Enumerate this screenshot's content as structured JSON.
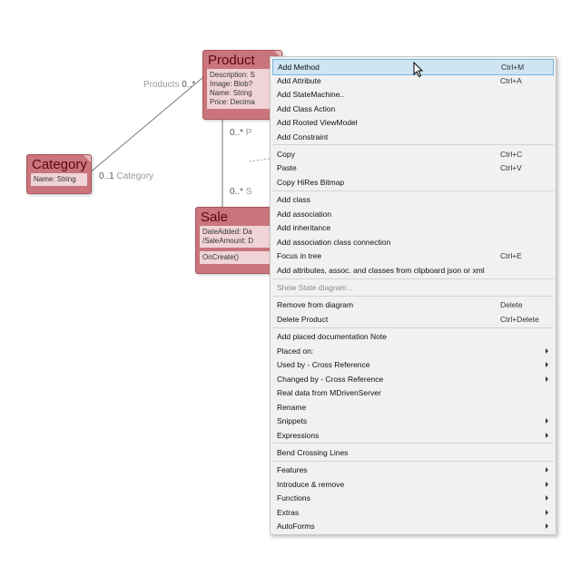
{
  "diagram": {
    "classes": [
      {
        "id": "product",
        "title": "Product",
        "attrs": [
          "Description: S",
          "Image: Blob?",
          "Name: String",
          "Price: Decima"
        ],
        "methods": []
      },
      {
        "id": "category",
        "title": "Category",
        "attrs": [
          "Name: String"
        ],
        "methods": []
      },
      {
        "id": "sale",
        "title": "Sale",
        "attrs": [
          "DateAdded: Da",
          "/SaleAmount: D"
        ],
        "methods": [
          "OnCreate()"
        ]
      }
    ],
    "labels": {
      "products_role": "Products",
      "products_mult": "0..*",
      "category_mult": "0..1",
      "category_role": "Category",
      "prod_sale_mult": "0..*",
      "prod_sale_role": "P",
      "sale_mult": "0..*",
      "sale_role": "S"
    }
  },
  "context_menu": {
    "items": [
      {
        "label": "Add Method",
        "shortcut": "Ctrl+M",
        "highlighted": true
      },
      {
        "label": "Add Attribute",
        "shortcut": "Ctrl+A"
      },
      {
        "label": "Add StateMachine..",
        "shortcut": ""
      },
      {
        "label": "Add Class Action",
        "shortcut": ""
      },
      {
        "label": "Add Rooted ViewModel",
        "shortcut": ""
      },
      {
        "label": "Add Constraint",
        "shortcut": ""
      },
      {
        "separator": true
      },
      {
        "label": "Copy",
        "shortcut": "Ctrl+C"
      },
      {
        "label": "Paste",
        "shortcut": "Ctrl+V"
      },
      {
        "label": "Copy HiRes Bitmap",
        "shortcut": ""
      },
      {
        "separator": true
      },
      {
        "label": "Add class",
        "shortcut": ""
      },
      {
        "label": "Add association",
        "shortcut": ""
      },
      {
        "label": "Add inheritance",
        "shortcut": ""
      },
      {
        "label": "Add association class connection",
        "shortcut": ""
      },
      {
        "label": "Focus in tree",
        "shortcut": "Ctrl+E"
      },
      {
        "label": "Add attributes, assoc. and classes from clipboard json or xml",
        "shortcut": ""
      },
      {
        "separator": true
      },
      {
        "label": "Show State diagram...",
        "shortcut": "",
        "disabled": true
      },
      {
        "separator": true
      },
      {
        "label": "Remove from diagram",
        "shortcut": "Delete"
      },
      {
        "label": "Delete Product",
        "shortcut": "Ctrl+Delete"
      },
      {
        "separator": true
      },
      {
        "label": "Add placed documentation Note",
        "shortcut": ""
      },
      {
        "label": "Placed on:",
        "shortcut": "",
        "submenu": true
      },
      {
        "label": "Used by - Cross Reference",
        "shortcut": "",
        "submenu": true
      },
      {
        "label": "Changed by - Cross Reference",
        "shortcut": "",
        "submenu": true
      },
      {
        "label": "Real data from MDrivenServer",
        "shortcut": ""
      },
      {
        "label": "Rename",
        "shortcut": ""
      },
      {
        "label": "Snippets",
        "shortcut": "",
        "submenu": true
      },
      {
        "label": "Expressions",
        "shortcut": "",
        "submenu": true
      },
      {
        "separator": true
      },
      {
        "label": "Bend Crossing Lines",
        "shortcut": ""
      },
      {
        "separator": true
      },
      {
        "label": "Features",
        "shortcut": "",
        "submenu": true
      },
      {
        "label": "Introduce & remove",
        "shortcut": "",
        "submenu": true
      },
      {
        "label": "Functions",
        "shortcut": "",
        "submenu": true
      },
      {
        "label": "Extras",
        "shortcut": "",
        "submenu": true
      },
      {
        "label": "AutoForms",
        "shortcut": "",
        "submenu": true
      }
    ]
  },
  "colors": {
    "class_header": "#c9757b",
    "class_body": "#f0d3d6",
    "highlight": "#cfe5f3"
  },
  "icons": {
    "cursor": "mouse-pointer-icon",
    "submenu": "chevron-right-icon"
  }
}
